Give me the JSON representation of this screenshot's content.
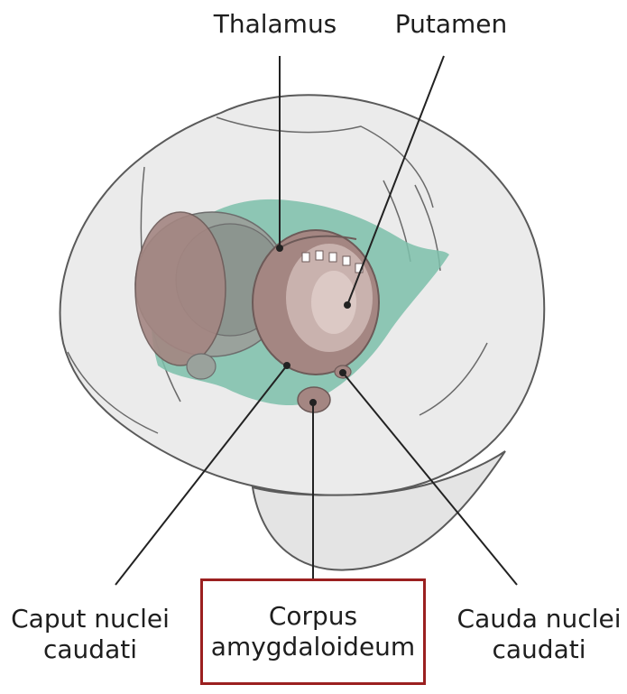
{
  "labels": {
    "thalamus": "Thalamus",
    "putamen": "Putamen",
    "caput_line1": "Caput nuclei",
    "caput_line2": "caudati",
    "corpus_line1": "Corpus",
    "corpus_line2": "amygdaloideum",
    "cauda_line1": "Cauda nuclei",
    "cauda_line2": "caudati"
  },
  "colors": {
    "hemisphere_fill": "#ebebeb",
    "hemisphere_stroke": "#5a5a5a",
    "insula_green": "#7cbfaa",
    "nucleus_brown": "#a48682",
    "thalamus_gray": "#9aa29c",
    "highlight_box": "#9b2020",
    "leader_line": "#222222"
  }
}
